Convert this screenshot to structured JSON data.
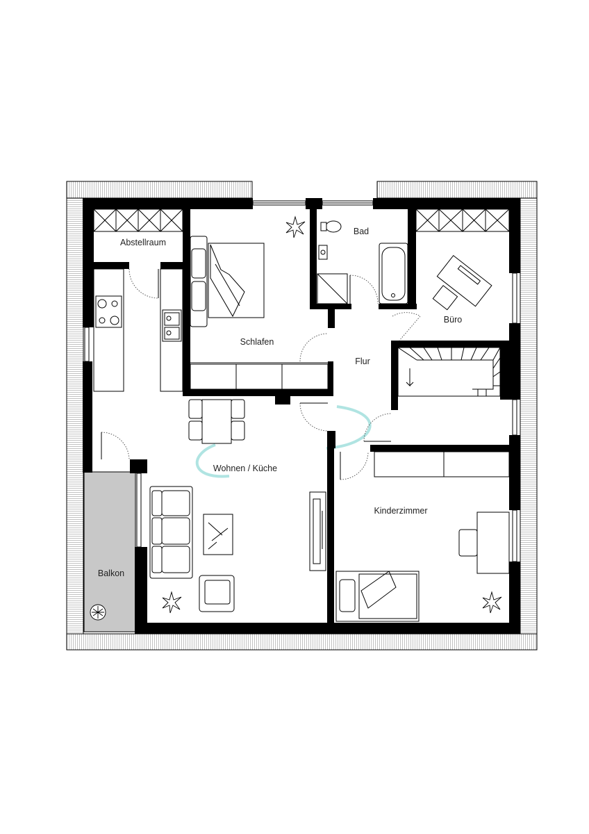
{
  "rooms": {
    "abstellraum": "Abstellraum",
    "schlafen": "Schlafen",
    "bad": "Bad",
    "buero": "Büro",
    "flur": "Flur",
    "wohnen_kueche": "Wohnen / Küche",
    "kinderzimmer": "Kinderzimmer",
    "balkon": "Balkon"
  },
  "colors": {
    "wall": "#000000",
    "balcony": "#c8c8c8",
    "watermark": "#8fd8d6"
  }
}
